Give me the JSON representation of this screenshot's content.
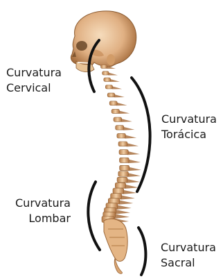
{
  "labels": {
    "cervical": {
      "line1": "Curvatura",
      "line2": "Cervical"
    },
    "toracica": {
      "line1": "Curvatura",
      "line2": "Torácica"
    },
    "lombar": {
      "line1": "Curvatura",
      "line2": "Lombar"
    },
    "sacral": {
      "line1": "Curvatura",
      "line2": "Sacral"
    }
  },
  "colors": {
    "bone": "#e2b58a",
    "bone_dark": "#a8703f",
    "bone_light": "#f3d6b4",
    "curve_marker": "#111111",
    "text": "#1a1a1a"
  }
}
